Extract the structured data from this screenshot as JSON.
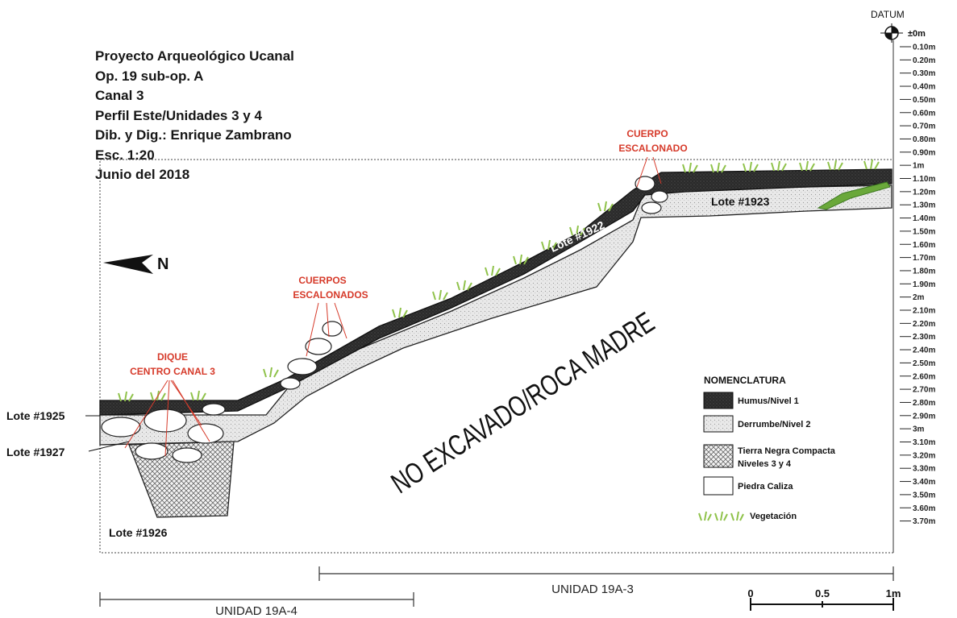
{
  "title_block": [
    "Proyecto Arqueológico Ucanal",
    "Op. 19 sub-op. A",
    "Canal 3",
    "Perfil Este/Unidades 3 y 4",
    "Dib. y Dig.: Enrique Zambrano",
    "Esc. 1:20",
    "Junio del 2018"
  ],
  "north_label": "N",
  "datum": {
    "label": "DATUM",
    "zero": "±0m"
  },
  "depth_ticks": [
    "0.10m",
    "0.20m",
    "0.30m",
    "0.40m",
    "0.50m",
    "0.60m",
    "0.70m",
    "0.80m",
    "0.90m",
    "1m",
    "1.10m",
    "1.20m",
    "1.30m",
    "1.40m",
    "1.50m",
    "1.60m",
    "1.70m",
    "1.80m",
    "1.90m",
    "2m",
    "2.10m",
    "2.20m",
    "2.30m",
    "2.40m",
    "2.50m",
    "2.60m",
    "2.70m",
    "2.80m",
    "2.90m",
    "3m",
    "3.10m",
    "3.20m",
    "3.30m",
    "3.40m",
    "3.50m",
    "3.60m",
    "3.70m"
  ],
  "annotations": {
    "cuerpo_escalonado": [
      "CUERPO",
      "ESCALONADO"
    ],
    "cuerpos_escalonados": [
      "CUERPOS",
      "ESCALONADOS"
    ],
    "dique": [
      "DIQUE",
      "CENTRO CANAL 3"
    ],
    "no_excavado": "NO EXCAVADO/ROCA MADRE"
  },
  "lotes": {
    "l1922": "Lote #1922",
    "l1923": "Lote #1923",
    "l1925": "Lote #1925",
    "l1926": "Lote #1926",
    "l1927": "Lote #1927"
  },
  "legend": {
    "title": "NOMENCLATURA",
    "items": [
      {
        "label": "Humus/Nivel 1",
        "fill": "#2a2a2a"
      },
      {
        "label": "Derrumbe/Nivel 2",
        "fill": "#ececec"
      },
      {
        "label": "Tierra Negra Compacta",
        "label2": "Niveles 3 y 4",
        "fill": "crosshatch"
      },
      {
        "label": "Piedra Caliza",
        "fill": "#ffffff"
      }
    ],
    "vegetation": "Vegetación"
  },
  "units": {
    "u3": "UNIDAD 19A-3",
    "u4": "UNIDAD 19A-4"
  },
  "scale": {
    "labels": [
      "0",
      "0.5",
      "1m"
    ]
  },
  "colors": {
    "annotation_red": "#d63a2a",
    "humus": "#2a2a2a",
    "derrumbe": "#ececec",
    "vegetation": "#8fc24a",
    "green_band": "#6aa83a"
  }
}
